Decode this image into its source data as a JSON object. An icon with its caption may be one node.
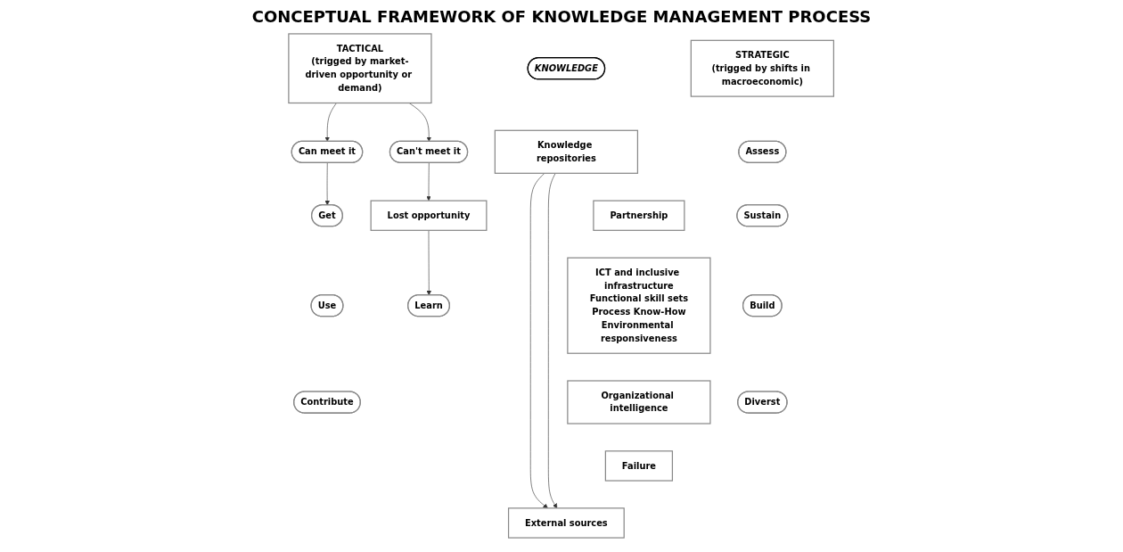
{
  "diagram": {
    "title": "CONCEPTUAL FRAMEWORK OF KNOWLEDGE MANAGEMENT PROCESS",
    "nodes": [
      {
        "text": [
          "TACTICAL",
          "(trigged by market-driven opportunity or demand)"
        ]
      },
      {
        "text": [
          "KNOWLEDGE"
        ]
      },
      {
        "text": [
          "STRATEGIC",
          "(trigged by shifts in macroeconomic)"
        ]
      },
      {
        "text": [
          "Can meet it"
        ]
      },
      {
        "text": [
          "Get"
        ]
      },
      {
        "text": [
          "Knowledge repositories"
        ]
      },
      {
        "text": [
          "Assess"
        ]
      },
      {
        "text": [
          "Can't meet it"
        ]
      },
      {
        "text": [
          "Partnership"
        ]
      },
      {
        "text": [
          "Use"
        ]
      },
      {
        "text": [
          "ICT and inclusive infrastructure",
          "Functional skill sets",
          "Process Know-How",
          "Environmental responsiveness"
        ]
      },
      {
        "text": [
          "Sustain"
        ]
      },
      {
        "text": [
          "Lost opportunity"
        ]
      },
      {
        "text": [
          "Learn"
        ]
      },
      {
        "text": [
          "Organizational intelligence"
        ]
      },
      {
        "text": [
          "Build"
        ]
      },
      {
        "text": [
          "Contribute"
        ]
      },
      {
        "text": [
          "Failure"
        ]
      },
      {
        "text": [
          "Diverst"
        ]
      },
      {
        "text": [
          "External sources"
        ]
      }
    ],
    "edges": [
      {
        "from": 0,
        "to": 3,
        "arrow": "to"
      },
      {
        "from": 0,
        "to": 7,
        "arrow": "to"
      },
      {
        "from": 3,
        "to": 4,
        "arrow": "to"
      },
      {
        "from": 7,
        "to": 12,
        "arrow": "to"
      },
      {
        "from": 12,
        "to": 13,
        "arrow": "to"
      },
      {
        "from": 5,
        "to": 19,
        "arrow": "to"
      },
      {
        "from": 5,
        "to": 19,
        "arrow": "to"
      }
    ]
  }
}
